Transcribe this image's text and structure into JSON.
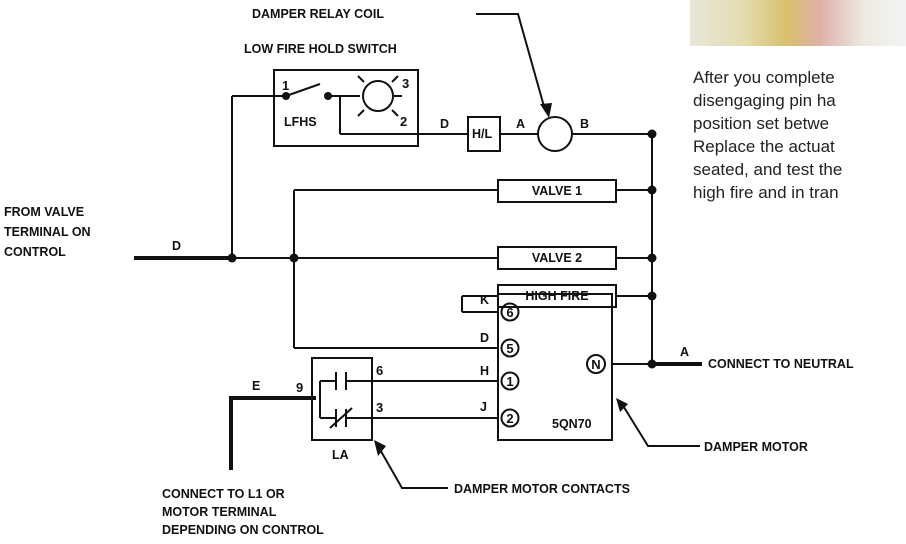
{
  "labels": {
    "damper_relay_coil": "DAMPER RELAY COIL",
    "low_fire_hold_switch": "LOW FIRE HOLD SWITCH",
    "from_valve_line1": "FROM VALVE",
    "from_valve_line2": "TERMINAL ON",
    "from_valve_line3": "CONTROL",
    "connect_neutral": "CONNECT TO NEUTRAL",
    "damper_motor": "DAMPER MOTOR",
    "damper_motor_contacts": "DAMPER MOTOR CONTACTS",
    "connect_l1_line1": "CONNECT TO L1 OR",
    "connect_l1_line2": "MOTOR TERMINAL",
    "connect_l1_line3": "DEPENDING ON CONTROL"
  },
  "components": {
    "lfhs": "LFHS",
    "hl": "H/L",
    "valve1": "VALVE 1",
    "valve2": "VALVE 2",
    "high_fire": "HIGH FIRE",
    "motor_model": "5QN70",
    "la": "LA"
  },
  "terminals": {
    "sw1": "1",
    "sw2": "2",
    "sw3": "3",
    "m6": "6",
    "m5": "5",
    "m1": "1",
    "m2": "2",
    "mn": "N",
    "la9": "9",
    "la6": "6",
    "la3": "3"
  },
  "wires": {
    "d_main": "D",
    "d_switch": "D",
    "a_coil": "A",
    "b_coil": "B",
    "k": "K",
    "d_motor": "D",
    "h": "H",
    "j": "J",
    "a_neutral": "A",
    "e": "E"
  },
  "note_lines": [
    "After you complete",
    "disengaging pin ha",
    "position set betwe",
    "Replace the actuat",
    "seated, and test the",
    "high fire and in tran"
  ]
}
